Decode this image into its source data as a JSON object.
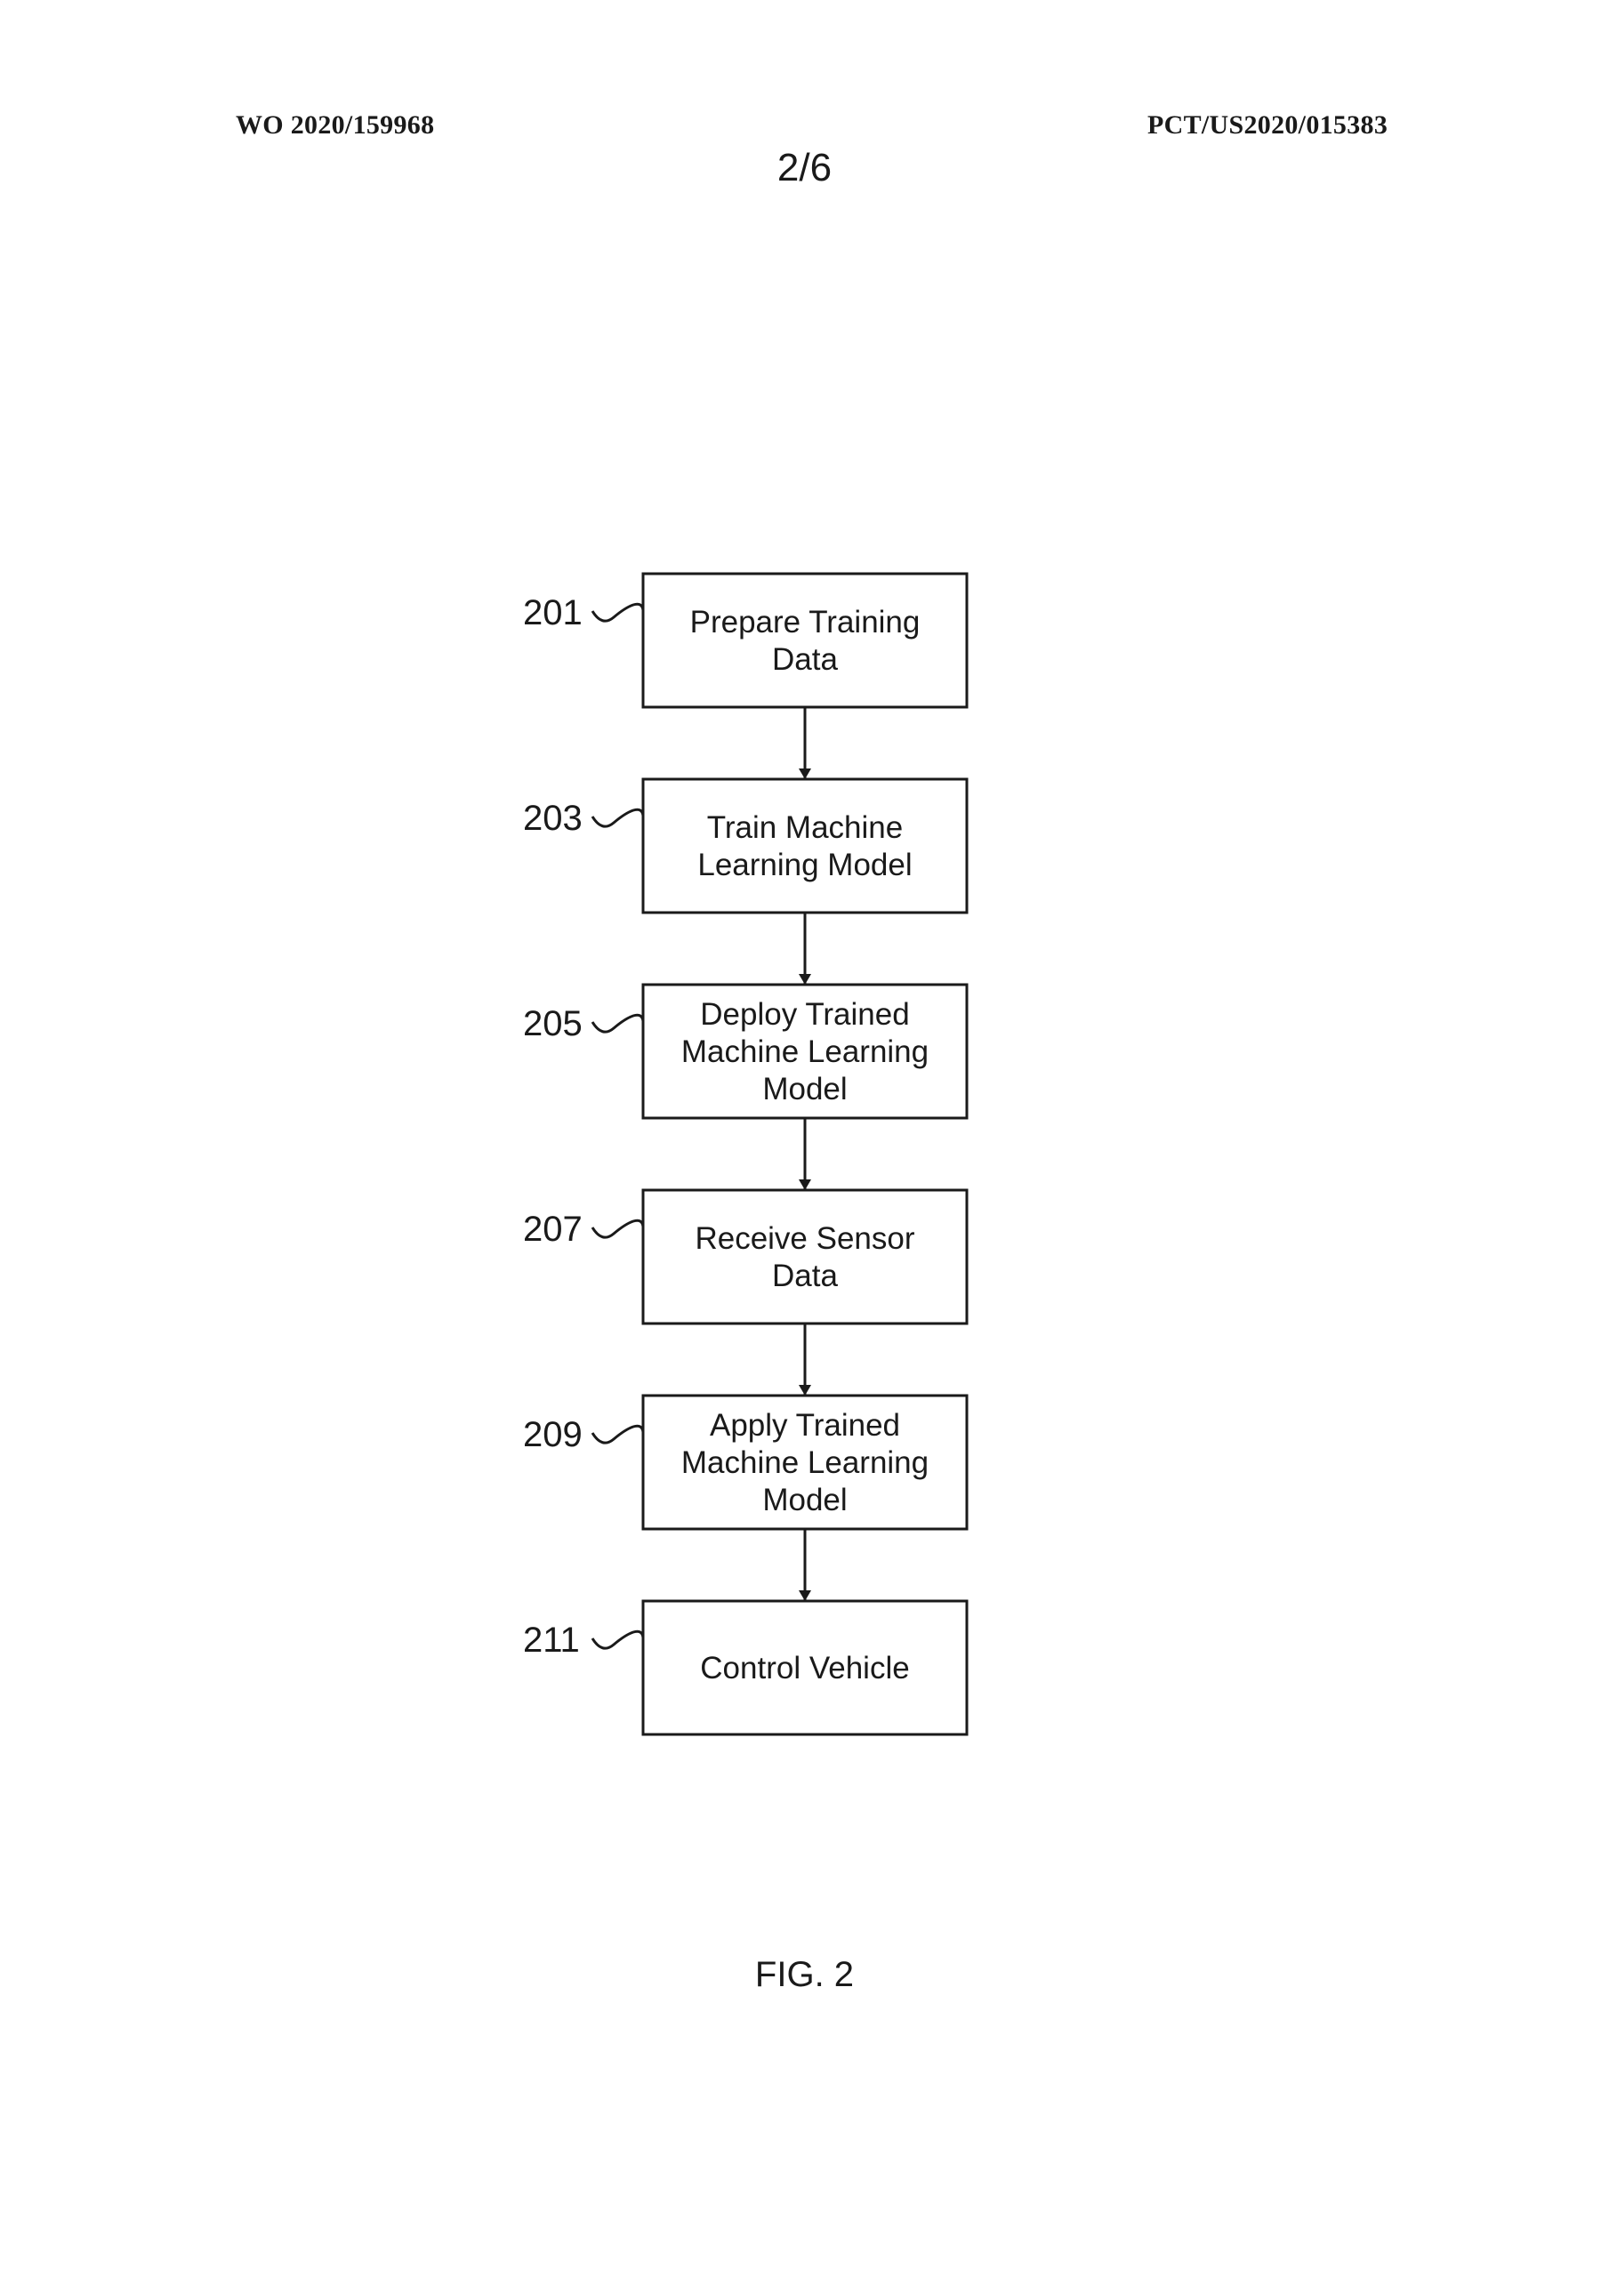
{
  "header": {
    "publication_number": "WO 2020/159968",
    "application_number": "PCT/US2020/015383",
    "sheet": "2/6"
  },
  "figure": {
    "caption": "FIG. 2",
    "steps": [
      {
        "ref": "201",
        "lines": [
          "Prepare Training",
          "Data"
        ]
      },
      {
        "ref": "203",
        "lines": [
          "Train Machine",
          "Learning Model"
        ]
      },
      {
        "ref": "205",
        "lines": [
          "Deploy Trained",
          "Machine Learning",
          "Model"
        ]
      },
      {
        "ref": "207",
        "lines": [
          "Receive Sensor",
          "Data"
        ]
      },
      {
        "ref": "209",
        "lines": [
          "Apply Trained",
          "Machine Learning",
          "Model"
        ]
      },
      {
        "ref": "211",
        "lines": [
          "Control Vehicle"
        ]
      }
    ]
  }
}
